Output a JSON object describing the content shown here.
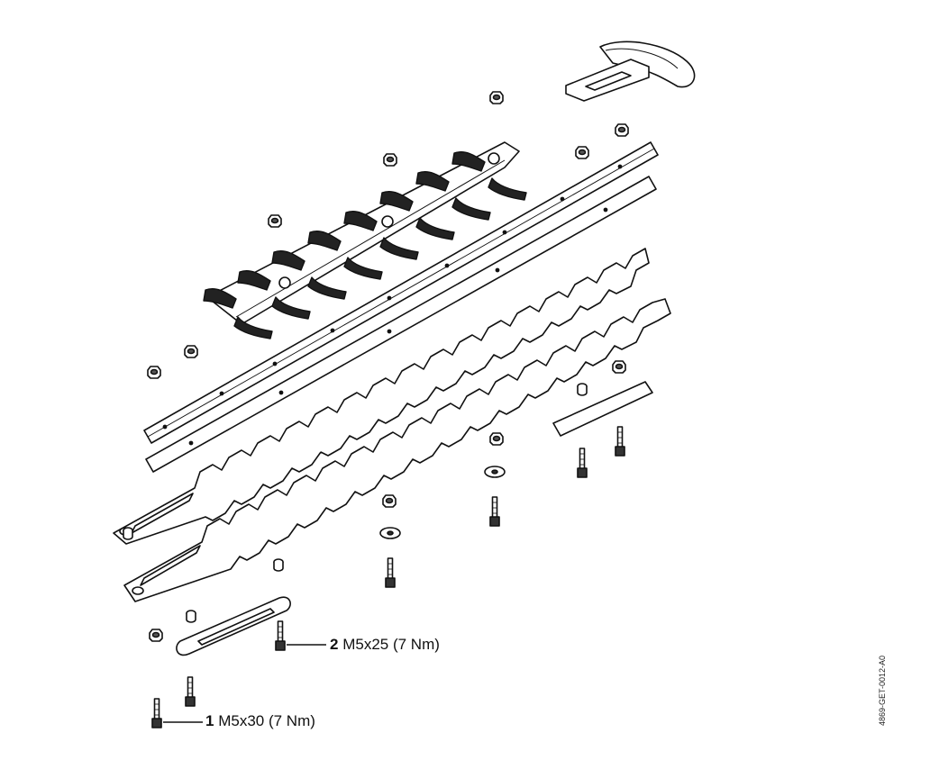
{
  "callouts": [
    {
      "number": "1",
      "text": "M5x30 (7 Nm)"
    },
    {
      "number": "2",
      "text": "M5x25 (7 Nm)"
    }
  ],
  "document_code": "4869-GET-0012-A0"
}
